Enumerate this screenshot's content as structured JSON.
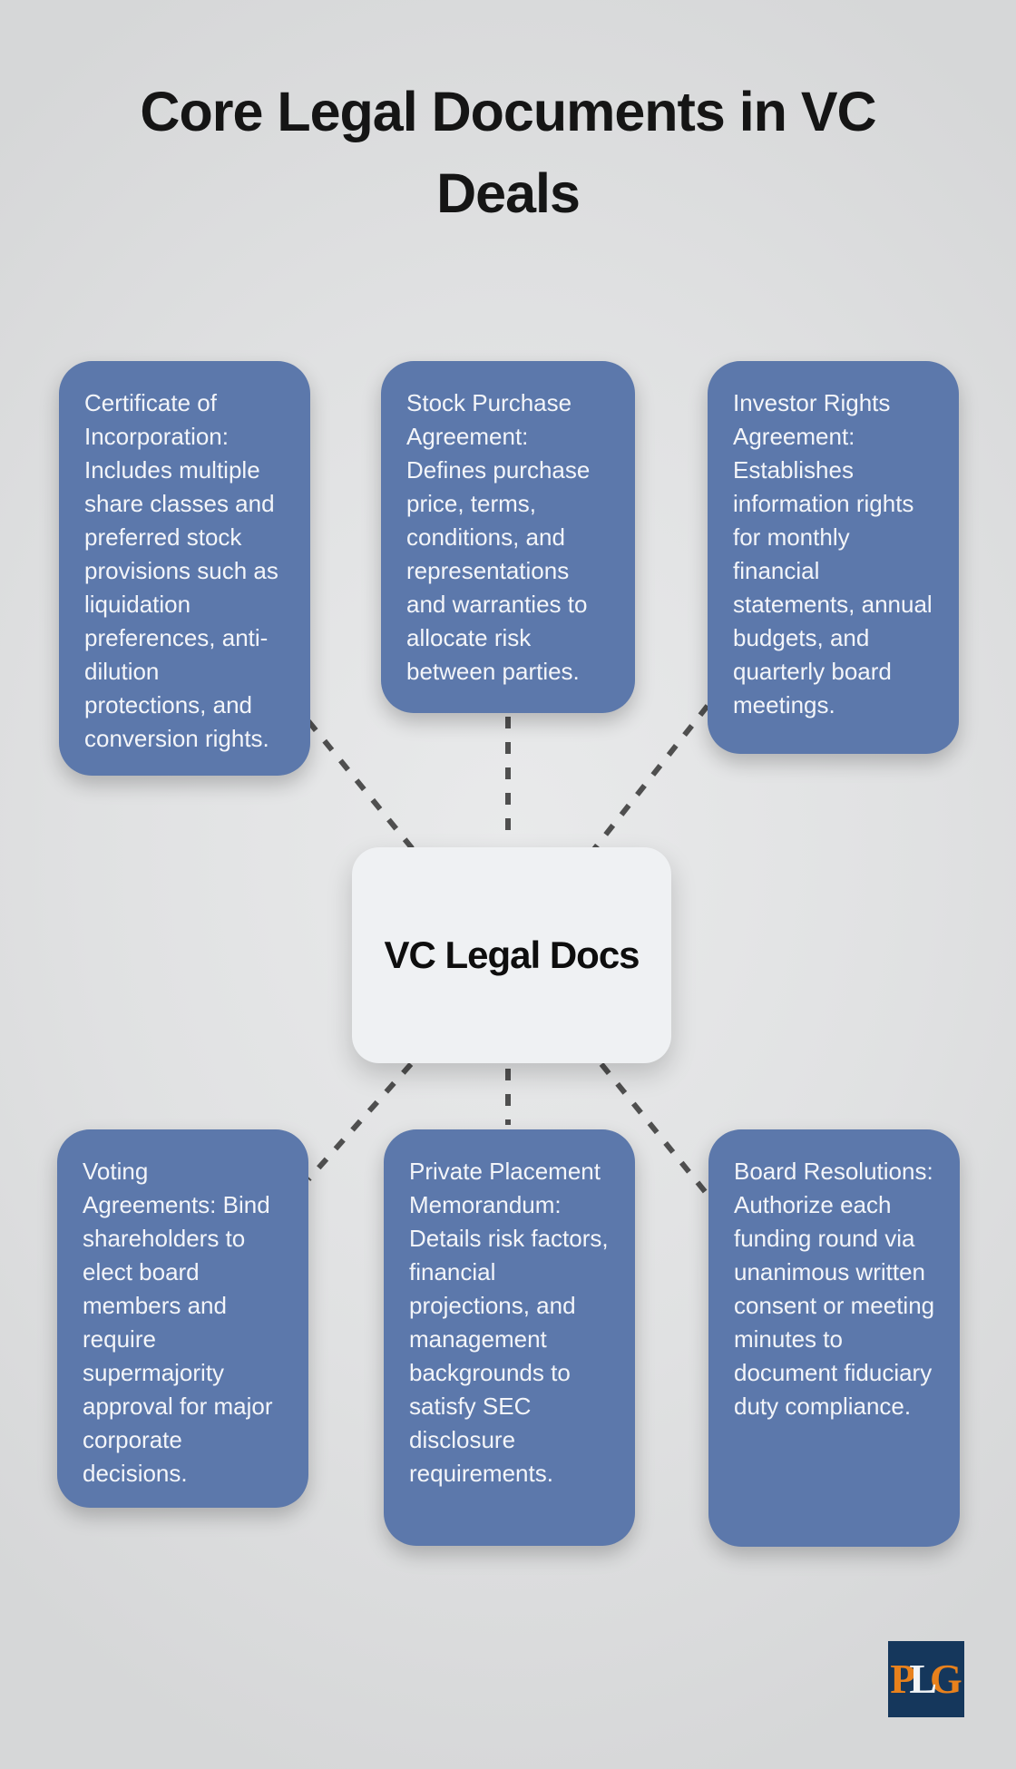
{
  "title": "Core Legal Documents in VC Deals",
  "center": {
    "label": "VC Legal Docs"
  },
  "cards": [
    {
      "id": "certificate-of-incorporation",
      "text": "Certificate of Incorporation: Includes multiple share classes and preferred stock provisions such as liquidation preferences, anti-dilution protections, and conversion rights."
    },
    {
      "id": "stock-purchase-agreement",
      "text": "Stock Purchase Agreement: Defines purchase price, terms, conditions, and representations and warranties to allocate risk between parties."
    },
    {
      "id": "investor-rights-agreement",
      "text": "Investor Rights Agreement: Establishes information rights for monthly financial statements, annual budgets, and quarterly board meetings."
    },
    {
      "id": "voting-agreements",
      "text": "Voting Agreements: Bind shareholders to elect board members and require supermajority approval for major corporate decisions."
    },
    {
      "id": "private-placement-memorandum",
      "text": "Private Placement Memorandum: Details risk factors, financial projections, and management backgrounds to satisfy SEC disclosure requirements."
    },
    {
      "id": "board-resolutions",
      "text": "Board Resolutions: Authorize each funding round via unanimous written consent or meeting minutes to document fiduciary duty compliance."
    }
  ],
  "logo": {
    "letter_p": "P",
    "letter_l": "L",
    "letter_g": "G"
  },
  "colors": {
    "card_background": "#5c78ab",
    "card_text": "#f3f5f9",
    "center_background": "#eff1f3",
    "dashed_line": "#4f4f4f",
    "page_background": "#e0e1e2",
    "logo_background": "#15375c",
    "logo_orange": "#e8811c",
    "logo_white": "#f2f4f6"
  }
}
